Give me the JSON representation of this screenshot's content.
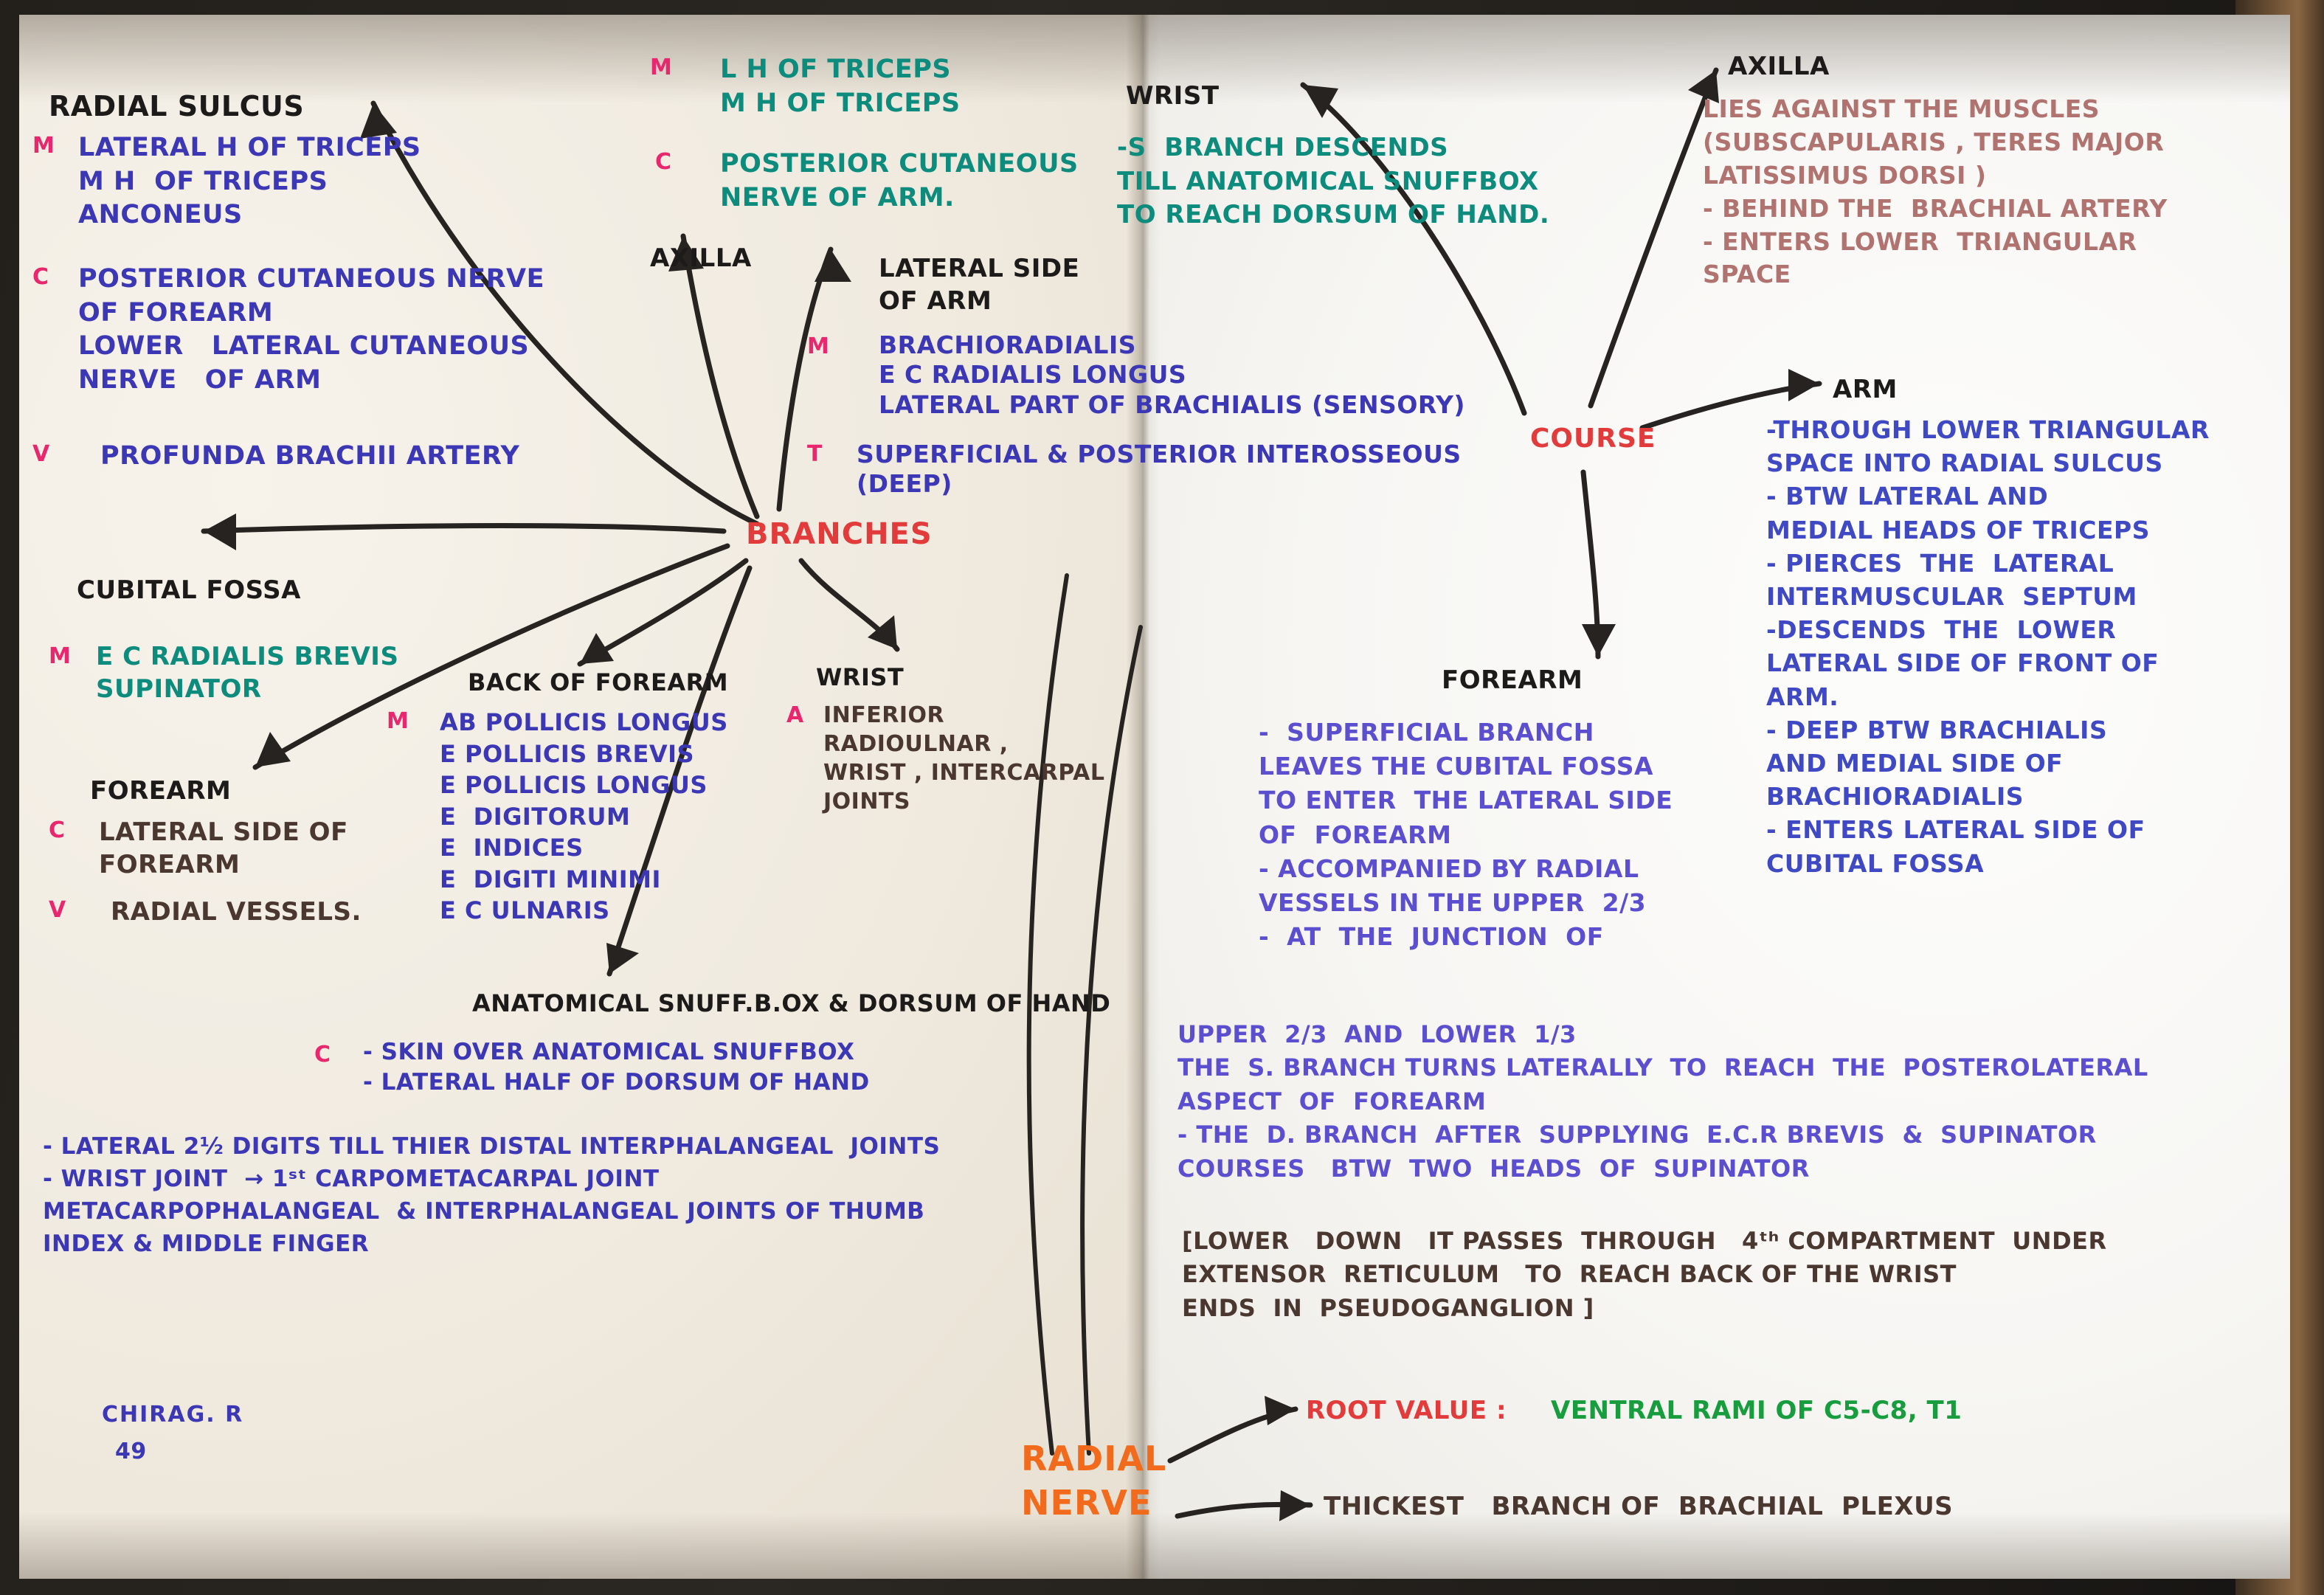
{
  "meta": {
    "title": "RADIAL NERVE",
    "signature_name": "CHIRAG. R",
    "signature_number": "49"
  },
  "colors": {
    "black": "#1d1b1a",
    "brown": "#4a3730",
    "blue": "#3b37b5",
    "indigo": "#5b4fd0",
    "teal": "#0d8c7e",
    "rose": "#b0736f",
    "pink": "#e8276f",
    "red": "#e23b3b",
    "orange": "#f26a1b",
    "green": "#179c3e"
  },
  "hubs": {
    "branches": "BRANCHES",
    "course": "COURSE",
    "radial_nerve_line1": "RADIAL",
    "radial_nerve_line2": "NERVE"
  },
  "root": {
    "root_value_label": "ROOT VALUE :",
    "root_value_text": "VENTRAL RAMI OF C5-C8, T1",
    "thickest_text": "THICKEST   BRANCH OF  BRACHIAL  PLEXUS"
  },
  "branches": {
    "radial_sulcus": {
      "heading": "RADIAL SULCUS",
      "tag_m": "M",
      "m_lines": [
        "LATERAL H OF TRICEPS",
        "M H  OF TRICEPS",
        "ANCONEUS"
      ],
      "tag_c": "C",
      "c_lines": [
        "POSTERIOR CUTANEOUS NERVE",
        "OF FOREARM",
        "LOWER   LATERAL CUTANEOUS",
        "NERVE   OF ARM"
      ],
      "tag_v": "V",
      "v_lines": [
        "PROFUNDA BRACHII ARTERY"
      ]
    },
    "axilla": {
      "heading": "AXILLA",
      "tag_m": "M",
      "m_lines": [
        "L H OF TRICEPS",
        "M H OF TRICEPS"
      ],
      "tag_c": "C",
      "c_lines": [
        "POSTERIOR CUTANEOUS",
        "NERVE OF ARM."
      ]
    },
    "lateral_side_arm": {
      "heading_l1": "LATERAL SIDE",
      "heading_l2": "OF ARM",
      "tag_m": "M",
      "m_lines": [
        "BRACHIORADIALIS",
        "E C RADIALIS LONGUS",
        "LATERAL PART OF BRACHIALIS (SENSORY)"
      ],
      "tag_t": "T",
      "t_lines": [
        "SUPERFICIAL & POSTERIOR INTEROSSEOUS",
        "(DEEP)"
      ]
    },
    "cubital_fossa": {
      "heading": "CUBITAL FOSSA",
      "tag_m": "M",
      "m_lines": [
        "E C RADIALIS BREVIS",
        "SUPINATOR"
      ]
    },
    "forearm": {
      "heading": "FOREARM",
      "tag_c": "C",
      "c_lines": [
        "LATERAL SIDE OF",
        "FOREARM"
      ],
      "tag_v": "V",
      "v_lines": [
        "RADIAL VESSELS."
      ]
    },
    "back_of_forearm": {
      "heading": "BACK OF FOREARM",
      "tag_m": "M",
      "m_lines": [
        "AB POLLICIS LONGUS",
        "E POLLICIS BREVIS",
        "E POLLICIS LONGUS",
        "E  DIGITORUM",
        "E  INDICES",
        "E  DIGITI MINIMI",
        "E C ULNARIS"
      ]
    },
    "wrist": {
      "heading": "WRIST",
      "tag_a": "A",
      "a_lines": [
        "INFERIOR",
        "RADIOULNAR ,",
        "WRIST , INTERCARPAL",
        "JOINTS"
      ]
    },
    "snuffbox": {
      "heading": "ANATOMICAL SNUFF.B.OX & DORSUM OF HAND",
      "tag_c": "C",
      "c_lines": [
        "- SKIN OVER ANATOMICAL SNUFFBOX",
        "- LATERAL HALF OF DORSUM OF HAND"
      ],
      "extra_lines": [
        "- LATERAL 2½ DIGITS TILL THIER DISTAL INTERPHALANGEAL  JOINTS",
        "- WRIST JOINT  → 1ˢᵗ CARPOMETACARPAL JOINT",
        "METACARPOPHALANGEAL  & INTERPHALANGEAL JOINTS OF THUMB",
        "INDEX & MIDDLE FINGER"
      ]
    }
  },
  "course": {
    "wrist": {
      "heading": "WRIST",
      "lines": [
        "-S  BRANCH DESCENDS",
        "TILL ANATOMICAL SNUFFBOX",
        "TO REACH DORSUM OF HAND."
      ]
    },
    "axilla": {
      "heading": "AXILLA",
      "lines": [
        "LIES AGAINST THE MUSCLES",
        "(SUBSCAPULARIS , TERES MAJOR",
        "LATISSIMUS DORSI )",
        "- BEHIND THE  BRACHIAL ARTERY",
        "- ENTERS LOWER  TRIANGULAR",
        "SPACE"
      ]
    },
    "arm": {
      "heading": "ARM",
      "lines": [
        "-THROUGH LOWER TRIANGULAR",
        "SPACE INTO RADIAL SULCUS",
        "- BTW LATERAL AND",
        "MEDIAL HEADS OF TRICEPS",
        "- PIERCES  THE  LATERAL",
        "INTERMUSCULAR  SEPTUM",
        "-DESCENDS  THE  LOWER",
        "LATERAL SIDE OF FRONT OF",
        "ARM.",
        "- DEEP BTW BRACHIALIS",
        "AND MEDIAL SIDE OF",
        "BRACHIORADIALIS",
        "- ENTERS LATERAL SIDE OF",
        "CUBITAL FOSSA"
      ]
    },
    "forearm": {
      "heading": "FOREARM",
      "lines": [
        "-  SUPERFICIAL BRANCH",
        "LEAVES THE CUBITAL FOSSA",
        "TO ENTER  THE LATERAL SIDE",
        "OF  FOREARM",
        "- ACCOMPANIED BY RADIAL",
        "VESSELS IN THE UPPER  2/3",
        "-  AT  THE  JUNCTION  OF"
      ],
      "wide_lines": [
        "UPPER  2/3  AND  LOWER  1/3",
        "THE  S. BRANCH TURNS LATERALLY  TO  REACH  THE  POSTEROLATERAL",
        "ASPECT  OF  FOREARM",
        "- THE  D. BRANCH  AFTER  SUPPLYING  E.C.R BREVIS  &  SUPINATOR",
        "COURSES   BTW  TWO  HEADS  OF  SUPINATOR"
      ],
      "bracket_lines": [
        "[LOWER   DOWN   IT PASSES  THROUGH   4ᵗʰ COMPARTMENT  UNDER",
        "EXTENSOR  RETICULUM   TO  REACH BACK OF THE WRIST",
        "ENDS  IN  PSEUDOGANGLION ]"
      ]
    }
  }
}
